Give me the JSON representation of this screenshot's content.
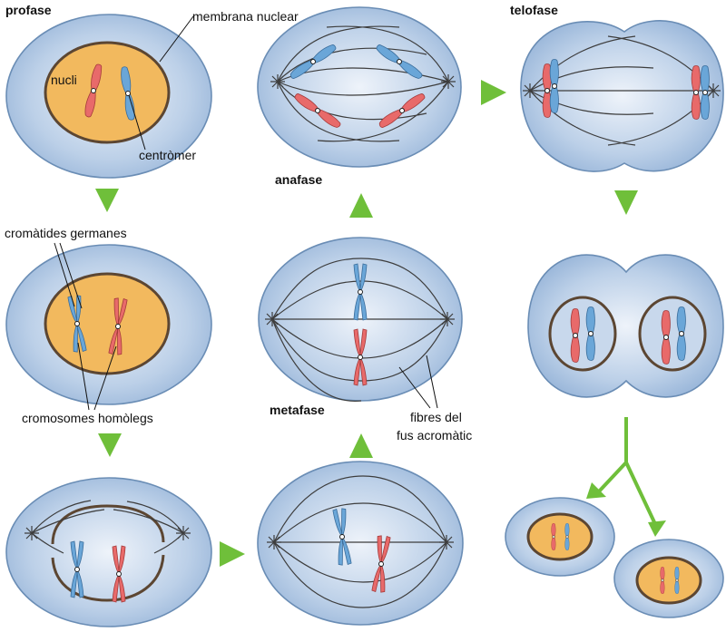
{
  "labels": {
    "profase": "profase",
    "membrana_nuclear": "membrana nuclear",
    "nucli": "nucli",
    "centromer": "centròmer",
    "cromatides_germanes": "cromàtides germanes",
    "cromosomes_homolegs": "cromosomes homòlegs",
    "anafase": "anafase",
    "metafase": "metafase",
    "fibres_line1": "fibres del",
    "fibres_line2": "fus acromàtic",
    "telofase": "telofase"
  }
}
